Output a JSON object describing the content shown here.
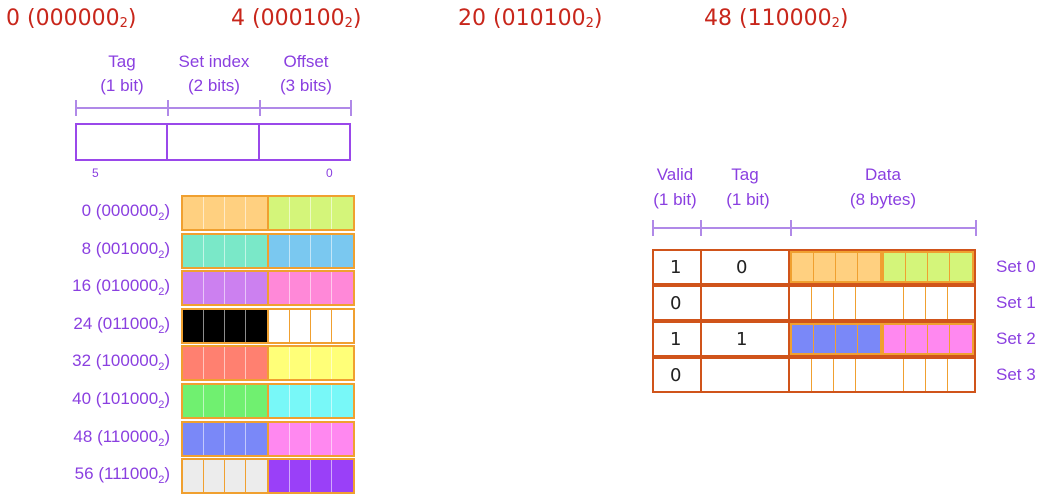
{
  "top_addresses": [
    {
      "dec": "0",
      "bin": "000000",
      "sub": "2"
    },
    {
      "dec": "4",
      "bin": "000100",
      "sub": "2"
    },
    {
      "dec": "20",
      "bin": "010100",
      "sub": "2"
    },
    {
      "dec": "48",
      "bin": "110000",
      "sub": "2"
    }
  ],
  "address_fields": {
    "tag": {
      "name": "Tag",
      "size": "(1 bit)"
    },
    "set_index": {
      "name": "Set index",
      "size": "(2 bits)"
    },
    "offset": {
      "name": "Offset",
      "size": "(3 bits)"
    },
    "bit_high": "5",
    "bit_low": "0"
  },
  "memory_rows": [
    {
      "dec": "0",
      "bin": "000000",
      "sub": "2",
      "colors": [
        "#ffd080",
        "#d4f57a"
      ]
    },
    {
      "dec": "8",
      "bin": "001000",
      "sub": "2",
      "colors": [
        "#7ae8c8",
        "#7ac8f0"
      ]
    },
    {
      "dec": "16",
      "bin": "010000",
      "sub": "2",
      "colors": [
        "#cc80f0",
        "#ff88d8"
      ]
    },
    {
      "dec": "24",
      "bin": "011000",
      "sub": "2",
      "colors": [
        "#000000",
        "#ffffff"
      ]
    },
    {
      "dec": "32",
      "bin": "100000",
      "sub": "2",
      "colors": [
        "#ff8070",
        "#ffff78"
      ]
    },
    {
      "dec": "40",
      "bin": "101000",
      "sub": "2",
      "colors": [
        "#70f070",
        "#78f8f8"
      ]
    },
    {
      "dec": "48",
      "bin": "110000",
      "sub": "2",
      "colors": [
        "#7a88f8",
        "#ff88f0"
      ]
    },
    {
      "dec": "56",
      "bin": "111000",
      "sub": "2",
      "colors": [
        "#ececec",
        "#9a40f8"
      ]
    }
  ],
  "cache_headers": {
    "valid": {
      "name": "Valid",
      "size": "(1 bit)"
    },
    "tag": {
      "name": "Tag",
      "size": "(1 bit)"
    },
    "data": {
      "name": "Data",
      "size": "(8 bytes)"
    }
  },
  "cache_sets": [
    {
      "label": "Set 0",
      "valid": "1",
      "tag": "0",
      "colors": [
        "#ffd080",
        "#d4f57a"
      ]
    },
    {
      "label": "Set 1",
      "valid": "0",
      "tag": "",
      "colors": [
        "#ffffff",
        "#ffffff"
      ]
    },
    {
      "label": "Set 2",
      "valid": "1",
      "tag": "1",
      "colors": [
        "#7a88f8",
        "#ff88f0"
      ]
    },
    {
      "label": "Set 3",
      "valid": "0",
      "tag": "",
      "colors": [
        "#ffffff",
        "#ffffff"
      ]
    }
  ]
}
